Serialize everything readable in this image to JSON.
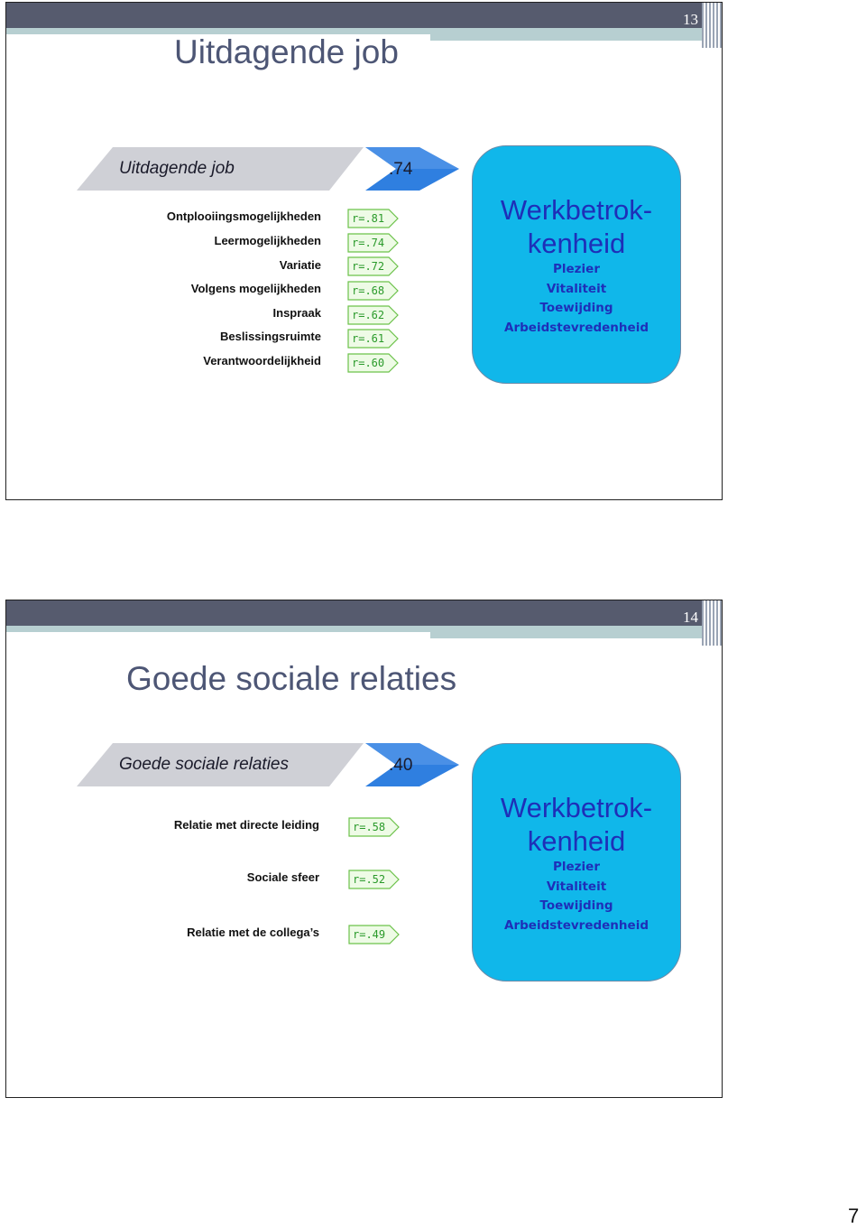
{
  "slides": [
    {
      "number": "13",
      "title": "Uitdagende job",
      "banner": "Uitdagende job",
      "correlation": ".74",
      "factors": [
        {
          "label": "Ontplooiingsmogelijkheden",
          "r": "r=.81"
        },
        {
          "label": "Leermogelijkheden",
          "r": "r=.74"
        },
        {
          "label": "Variatie",
          "r": "r=.72"
        },
        {
          "label": "Volgens mogelijkheden",
          "r": "r=.68"
        },
        {
          "label": "Inspraak",
          "r": "r=.62"
        },
        {
          "label": "Beslissingsruimte",
          "r": "r=.61"
        },
        {
          "label": "Verantwoordelijkheid",
          "r": "r=.60"
        }
      ],
      "outcome": {
        "title_line1": "Werkbetrok-",
        "title_line2": "kenheid",
        "items": [
          "Plezier",
          "Vitaliteit",
          "Toewijding",
          "Arbeidstevredenheid"
        ]
      }
    },
    {
      "number": "14",
      "title": "Goede sociale relaties",
      "banner": "Goede sociale relaties",
      "correlation": ".40",
      "factors": [
        {
          "label": "Relatie met directe leiding",
          "r": "r=.58"
        },
        {
          "label": "Sociale sfeer",
          "r": "r=.52"
        },
        {
          "label": "Relatie met de collega’s",
          "r": "r=.49"
        }
      ],
      "outcome": {
        "title_line1": "Werkbetrok-",
        "title_line2": "kenheid",
        "items": [
          "Plezier",
          "Vitaliteit",
          "Toewijding",
          "Arbeidstevredenheid"
        ]
      }
    }
  ],
  "page_number": "7",
  "colors": {
    "header_band": "#565b6e",
    "accent_band": "#b7cfd1",
    "outcome_fill": "#10b7ea",
    "outcome_text": "#1e2fb8",
    "correlation_text": "#2a9a2a",
    "arrow_fill": "#2f7fe0",
    "banner_fill": "#cfd0d6"
  }
}
